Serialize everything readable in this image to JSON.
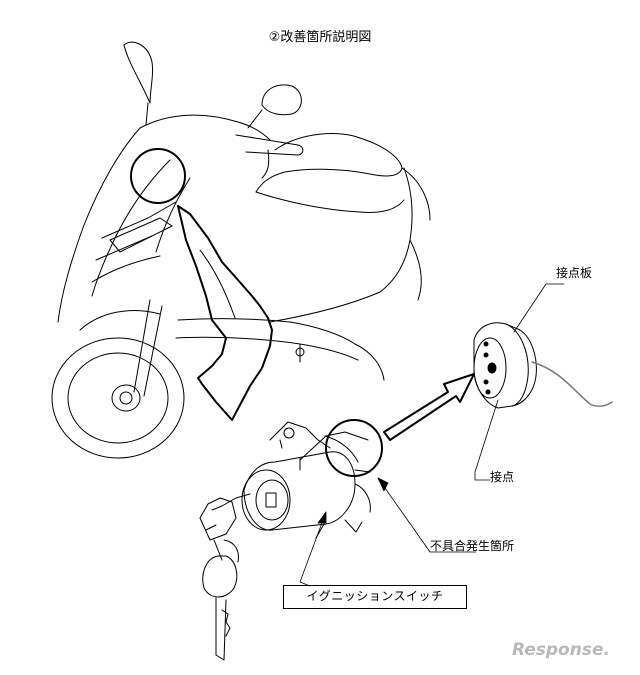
{
  "title": "②改善箇所説明図",
  "labels": {
    "contact_plate": "接点板",
    "contact_point": "接点",
    "defect_location": "不具合発生箇所",
    "ignition_switch": "イグニッションスイッチ"
  },
  "watermark": "Response."
}
